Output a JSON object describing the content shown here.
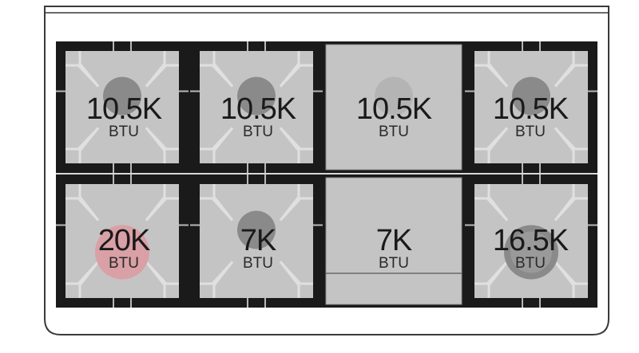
{
  "cooktop": {
    "colors": {
      "frame": "#1a1a1a",
      "panel": "#c4c4c4",
      "grate": "#e0e0e0",
      "burner_dark": "#8a8a8a",
      "burner_light": "#b4b4b4",
      "burner_hot": "#d9a0a6"
    },
    "burners": [
      {
        "value": "10.5K",
        "unit": "BTU",
        "style": "dark-burner"
      },
      {
        "value": "10.5K",
        "unit": "BTU",
        "style": "dark-burner"
      },
      {
        "value": "10.5K",
        "unit": "BTU",
        "style": "griddle-burner"
      },
      {
        "value": "10.5K",
        "unit": "BTU",
        "style": "dark-burner"
      },
      {
        "value": "20K",
        "unit": "BTU",
        "style": "hot-burner"
      },
      {
        "value": "7K",
        "unit": "BTU",
        "style": "dark-burner"
      },
      {
        "value": "7K",
        "unit": "BTU",
        "style": "griddle"
      },
      {
        "value": "16.5K",
        "unit": "BTU",
        "style": "large-burner"
      }
    ]
  }
}
